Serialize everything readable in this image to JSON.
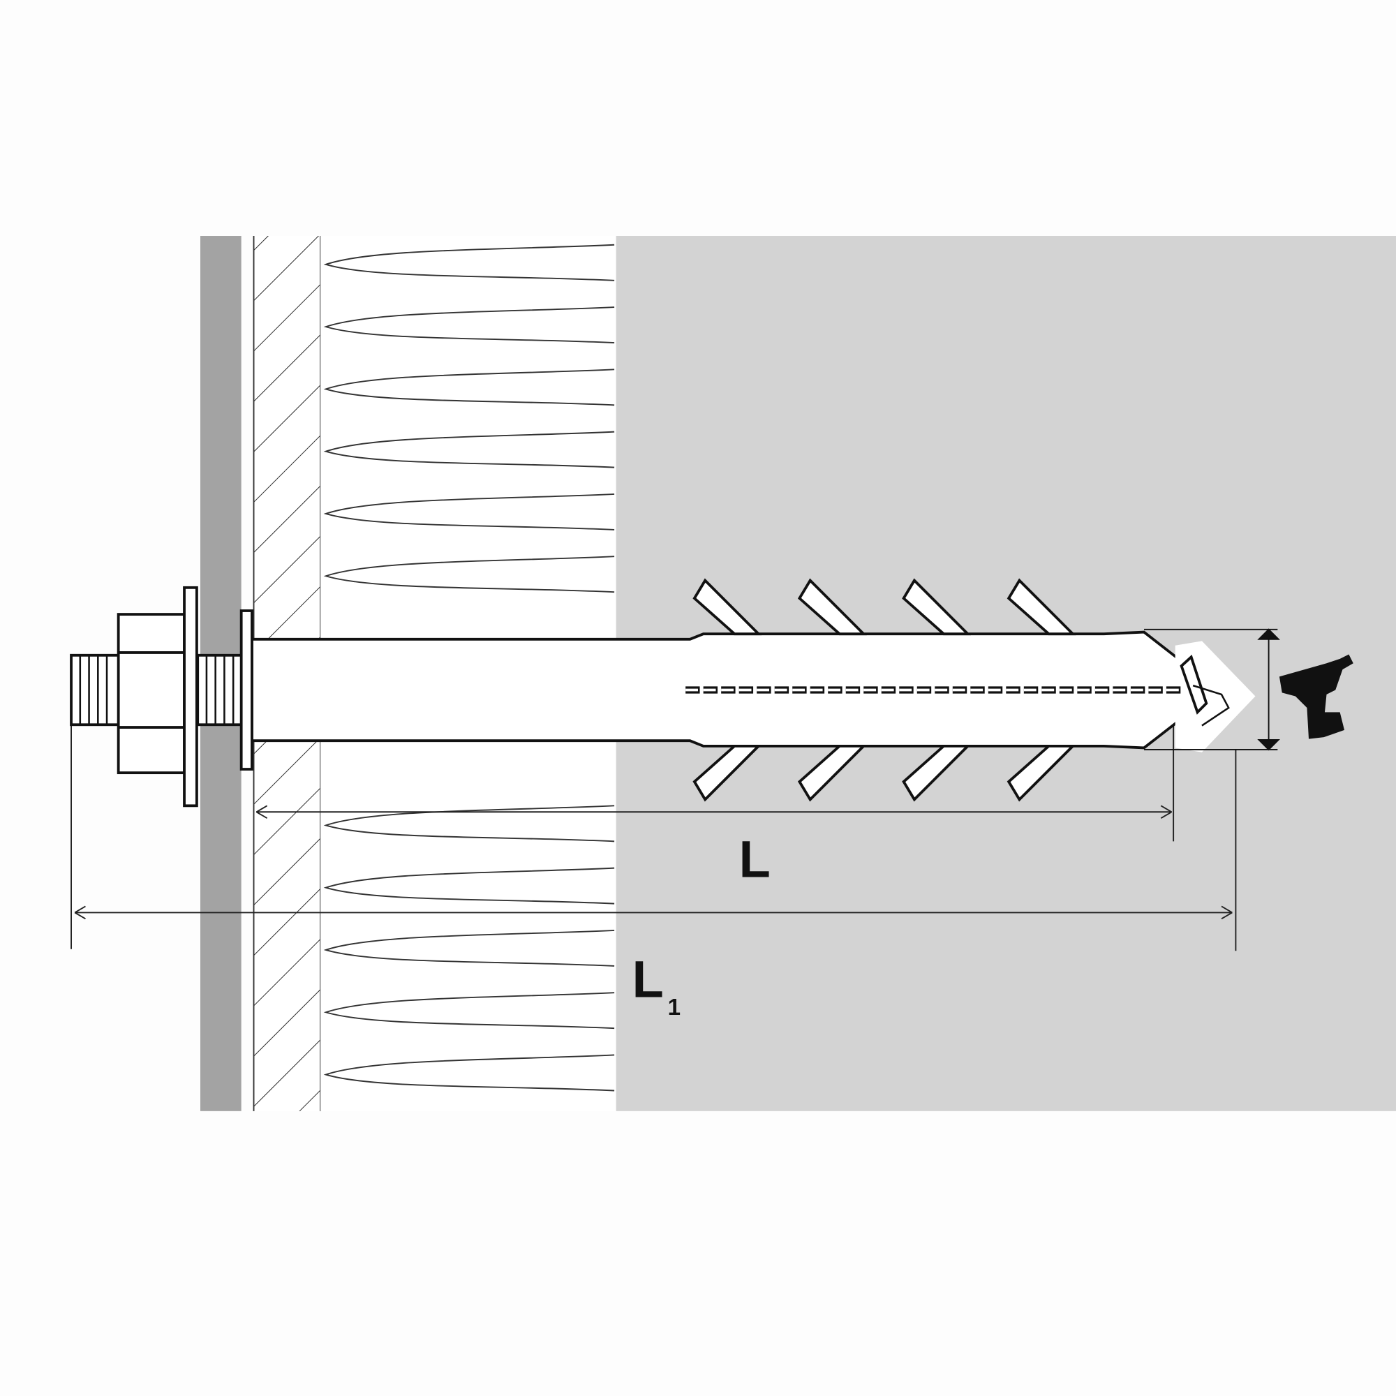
{
  "diagram": {
    "dimension_L": {
      "label": "L"
    },
    "dimension_L1": {
      "label": "L",
      "subscript": "1"
    },
    "icons": [
      "drill-icon"
    ],
    "colors": {
      "background": "#fdfdfd",
      "base_plate": "#a3a3a3",
      "concrete": "#d3d3d3",
      "insulation": "#ffffff",
      "line": "#111111"
    }
  }
}
